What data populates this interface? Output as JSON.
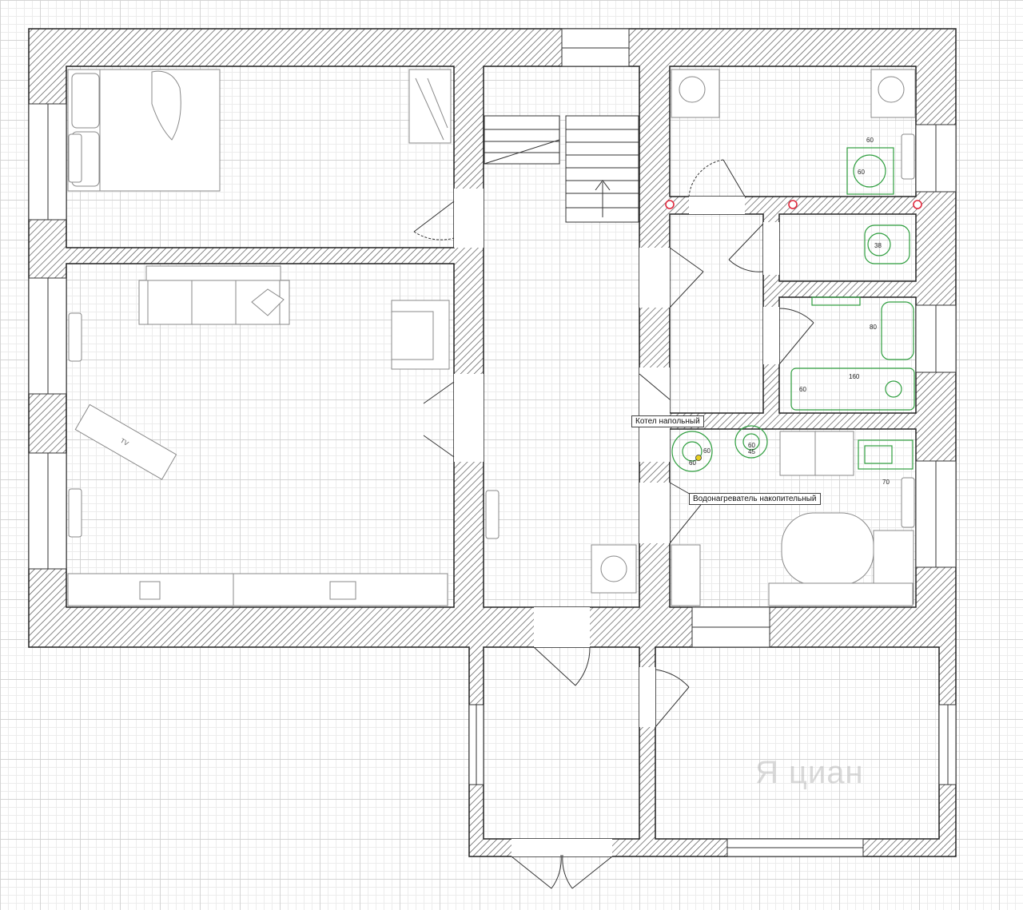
{
  "labels": {
    "boiler": "Котел напольный",
    "water_heater": "Водонагреватель накопительный",
    "tv": "TV"
  },
  "dimensions": {
    "washer_width": "60",
    "washer_depth": "60",
    "toilet": "38",
    "sink_depth": "80",
    "shower_depth": "60",
    "bath_length": "160",
    "boiler_w": "60",
    "boiler_d": "60",
    "heater_d": "45",
    "heater_w": "60",
    "kitchen_sink": "70"
  },
  "watermark": "Я циан",
  "colors": {
    "wall_hatch": "#555555",
    "plumbing": "#2e9e3e",
    "riser": "#e0283c",
    "gas_marker": "#e8d020"
  }
}
